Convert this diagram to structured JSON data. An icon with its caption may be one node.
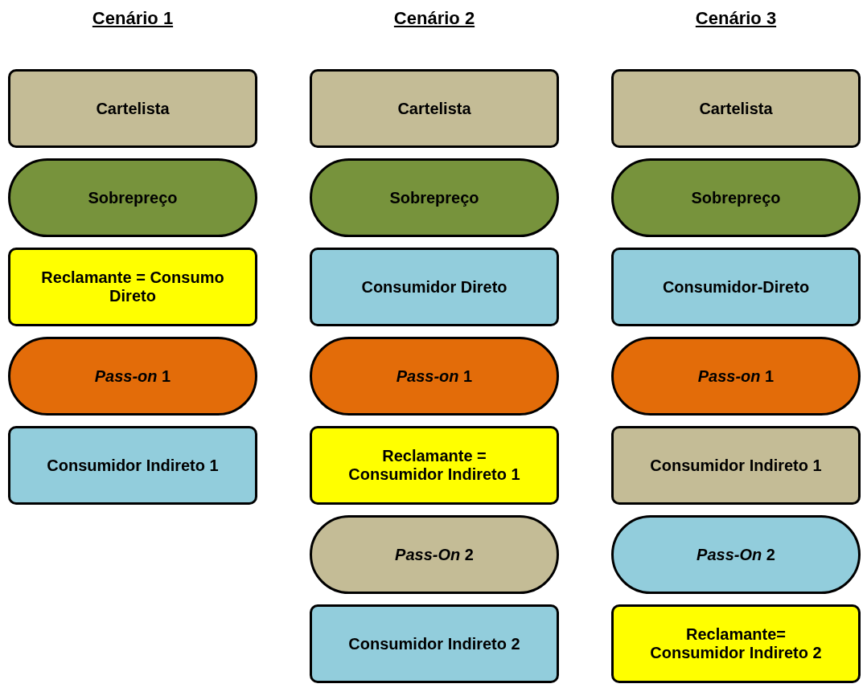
{
  "diagram": {
    "nodes": [
      {
        "text": [
          "Cartelista"
        ]
      },
      {
        "text": [
          "Sobrepreço"
        ]
      },
      {
        "text": [
          "Reclamante = Consumo Direto"
        ]
      },
      {
        "text": [
          "*Pass-on* 1"
        ]
      },
      {
        "text": [
          "Consumidor Indireto 1"
        ]
      },
      {
        "text": [
          "Cartelista"
        ]
      },
      {
        "text": [
          "Sobrepreço"
        ]
      },
      {
        "text": [
          "Consumidor Direto"
        ]
      },
      {
        "text": [
          "*Pass-on* 1"
        ]
      },
      {
        "text": [
          "Reclamante = Consumidor Indireto 1"
        ]
      },
      {
        "text": [
          "*Pass-On* 2"
        ]
      },
      {
        "text": [
          "Consumidor Indireto 2"
        ]
      },
      {
        "text": [
          "Cartelista"
        ]
      },
      {
        "text": [
          "Sobrepreço"
        ]
      },
      {
        "text": [
          "Consumidor-Direto"
        ]
      },
      {
        "text": [
          "*Pass-on* 1"
        ]
      },
      {
        "text": [
          "Consumidor Indireto 1"
        ]
      },
      {
        "text": [
          "*Pass-On* 2"
        ]
      },
      {
        "text": [
          "Reclamante= Consumidor Indireto 2"
        ]
      }
    ],
    "labels": [
      "Cenário 1",
      "Cenário 2",
      "Cenário 3"
    ]
  }
}
